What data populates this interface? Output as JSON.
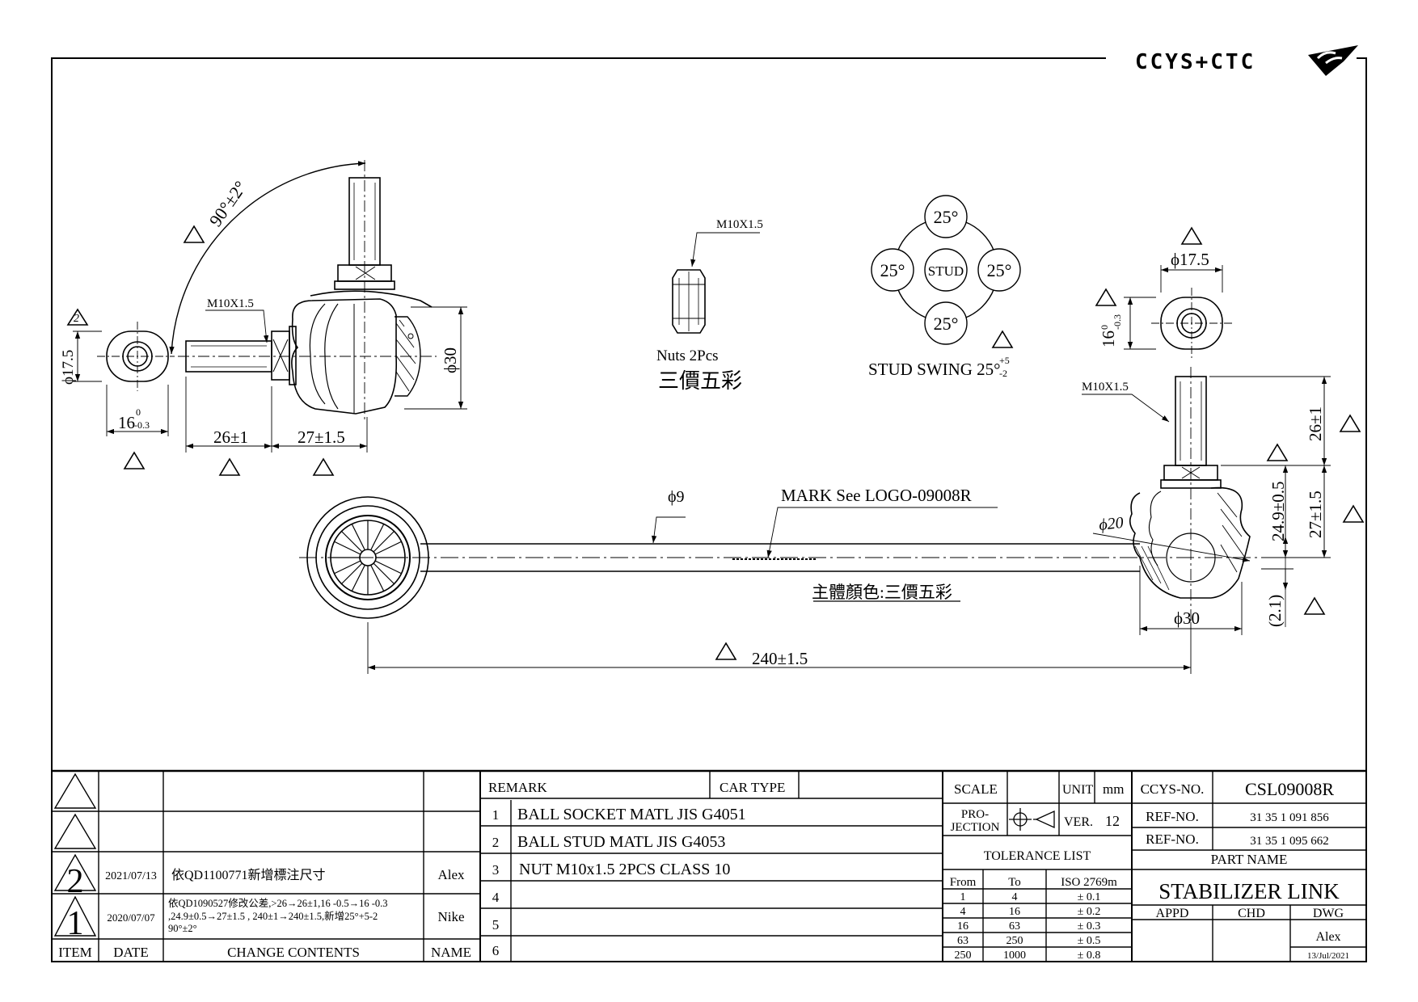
{
  "logo": {
    "text": "CCYS+CTC"
  },
  "views": {
    "left": {
      "angle": "90°±2°",
      "thread": "M10X1.5",
      "hex_dia": "ϕ17.5",
      "hex_width": "16",
      "hex_width_tol_up": "0",
      "hex_width_tol_down": "-0.3",
      "stud_len": "26±1",
      "body_len": "27±1.5",
      "boot_dia": "ϕ30",
      "rev_mark": "2"
    },
    "nut": {
      "thread": "M10X1.5",
      "label": "Nuts 2Pcs",
      "color": "三價五彩"
    },
    "swing": {
      "top": "25°",
      "left": "25°",
      "center": "STUD",
      "right": "25°",
      "bottom": "25°",
      "label": "STUD SWING 25°",
      "tol_up": "+5",
      "tol_down": "-2"
    },
    "right": {
      "hex_dia": "ϕ17.5",
      "hex_width": "16",
      "hex_width_tol_up": "0",
      "hex_width_tol_down": "-0.3",
      "thread": "M10X1.5",
      "stud_len": "26±1",
      "dim_24": "24.9±0.5",
      "dim_27": "27±1.5",
      "dim_2": "(2.1)",
      "ball_dia": "ϕ20",
      "boot_dia": "ϕ30"
    },
    "main": {
      "rod_dia": "ϕ9",
      "mark": "MARK See LOGO-09008R",
      "body_color": "主體顏色:三價五彩",
      "length": "240±1.5"
    }
  },
  "revisions": {
    "rows": [
      {
        "item": "",
        "date": "",
        "content": "",
        "name": ""
      },
      {
        "item": "",
        "date": "",
        "content": "",
        "name": ""
      },
      {
        "item": "2",
        "date": "2021/07/13",
        "content": "依QD1100771新增標注尺寸",
        "name": "Alex"
      },
      {
        "item": "1",
        "date": "2020/07/07",
        "content_lines": [
          "依QD1090527修改公差,>26→26±1,16 -0.5→16 -0.3",
          ",24.9±0.5→27±1.5 , 240±1→240±1.5,新增25°+5-2",
          "90°±2°"
        ],
        "name": "Nike"
      }
    ],
    "header": {
      "item": "ITEM",
      "date": "DATE",
      "content": "CHANGE CONTENTS",
      "name": "NAME"
    }
  },
  "remarks": {
    "label": "REMARK",
    "car_type_label": "CAR TYPE",
    "car_type": "",
    "rows": [
      {
        "no": "1",
        "text": "BALL SOCKET MATL JIS G4051"
      },
      {
        "no": "2",
        "text": "BALL STUD MATL JIS G4053"
      },
      {
        "no": "3",
        "text": "NUT M10x1.5 2PCS CLASS 10"
      },
      {
        "no": "4",
        "text": ""
      },
      {
        "no": "5",
        "text": ""
      },
      {
        "no": "6",
        "text": ""
      }
    ]
  },
  "spec": {
    "scale_label": "SCALE",
    "scale": "",
    "unit_label": "UNIT",
    "unit": "mm",
    "projection_label_1": "PRO-",
    "projection_label_2": "JECTION",
    "ver_label": "VER.",
    "ver": "12",
    "tolerance_title": "TOLERANCE LIST",
    "tol_from": "From",
    "tol_to": "To",
    "tol_iso": "ISO 2769m",
    "tolerances": [
      {
        "from": "1",
        "to": "4",
        "tol": "± 0.1"
      },
      {
        "from": "4",
        "to": "16",
        "tol": "± 0.2"
      },
      {
        "from": "16",
        "to": "63",
        "tol": "± 0.3"
      },
      {
        "from": "63",
        "to": "250",
        "tol": "± 0.5"
      },
      {
        "from": "250",
        "to": "1000",
        "tol": "± 0.8"
      }
    ]
  },
  "title_block": {
    "ccys_label": "CCYS-NO.",
    "ccys_no": "CSL09008R",
    "ref_label": "REF-NO.",
    "ref1": "31 35 1 091 856",
    "ref2": "31 35 1 095 662",
    "part_name_label": "PART NAME",
    "part_name": "STABILIZER LINK",
    "appd_label": "APPD",
    "chd_label": "CHD",
    "dwg_label": "DWG",
    "appd": "",
    "chd": "",
    "dwg": "Alex",
    "date": "13/Jul/2021"
  }
}
